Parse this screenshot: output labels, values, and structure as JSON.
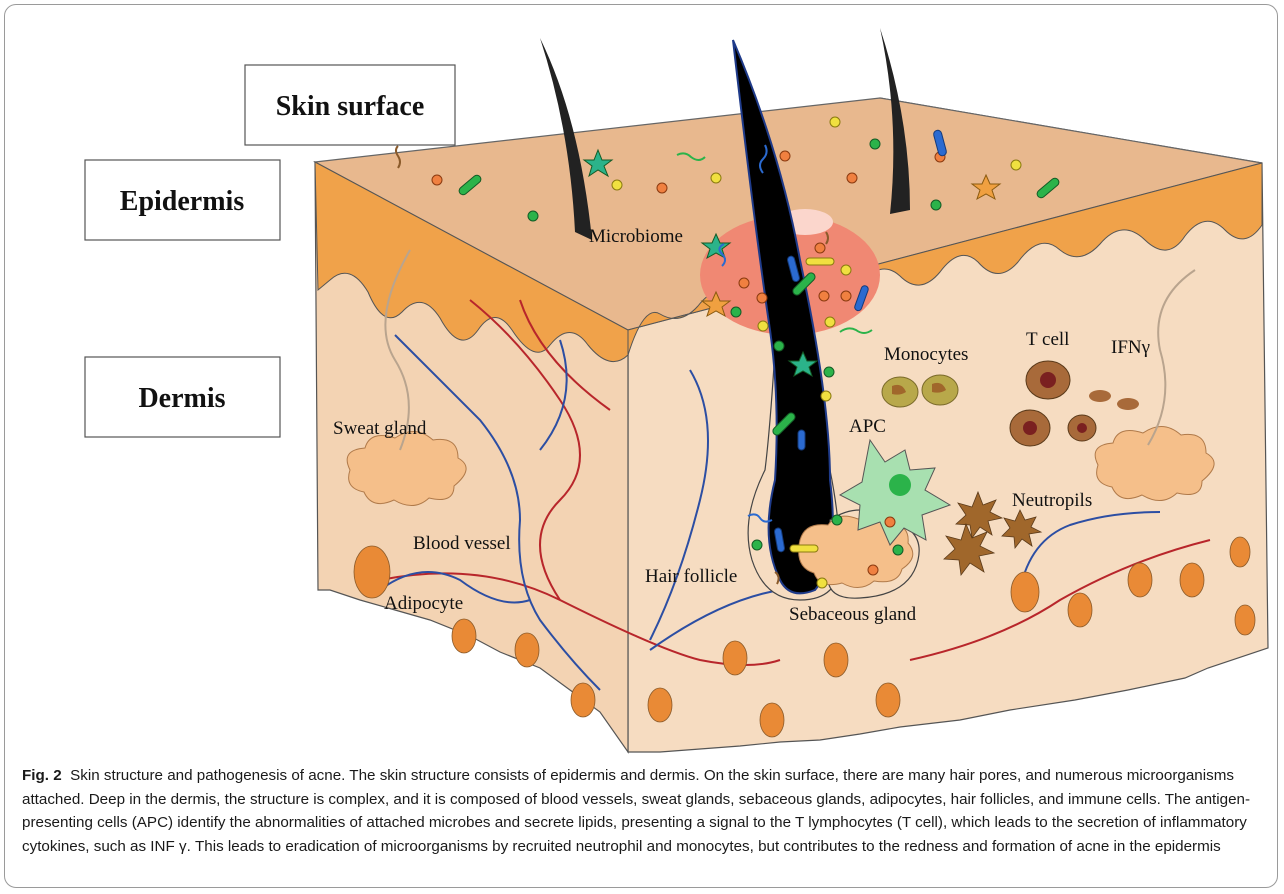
{
  "labels": {
    "skin_surface": "Skin surface",
    "epidermis": "Epidermis",
    "dermis": "Dermis",
    "microbiome": "Microbiome",
    "monocytes": "Monocytes",
    "t_cell": "T cell",
    "ifn": "IFNγ",
    "apc": "APC",
    "sweat_gland": "Sweat gland",
    "neutropils": "Neutropils",
    "blood_vessel": "Blood vessel",
    "hair_follicle": "Hair follicle",
    "adipocyte": "Adipocyte",
    "sebaceous_gland": "Sebaceous gland"
  },
  "caption": {
    "fig": "Fig. 2",
    "text": "Skin structure and pathogenesis of acne. The skin structure consists of epidermis and dermis. On the skin surface, there are many hair pores, and numerous microorganisms attached. Deep in the dermis, the structure is complex, and it is composed of blood vessels, sweat glands, sebaceous glands, adipocytes, hair follicles, and immune cells. The antigen-presenting cells (APC) identify the abnormalities of attached microbes and secrete lipids, presenting a signal to the T lymphocytes (T cell), which leads to the secretion of inflammatory cytokines, such as INF γ. This leads to eradication of microorganisms by recruited neutrophil and monocytes, but contributes to the redness and formation of acne in the epidermis"
  },
  "colors": {
    "epidermis_top": "#e8b88e",
    "epidermis_band": "#f0a24a",
    "dermis": "#f6dcc1",
    "dermis_side": "#f3d3b3",
    "inflammation": "#f08873",
    "hair": "#000000",
    "adipocyte": "#e98a36",
    "blood_red": "#b8262b",
    "blood_blue": "#2c4ea3",
    "apc": "#a8e0b0",
    "monocyte": "#b8a84a",
    "tcell": "#a86a3a",
    "neutrophil": "#a0672b",
    "sebaceous": "#f5bf8a"
  }
}
